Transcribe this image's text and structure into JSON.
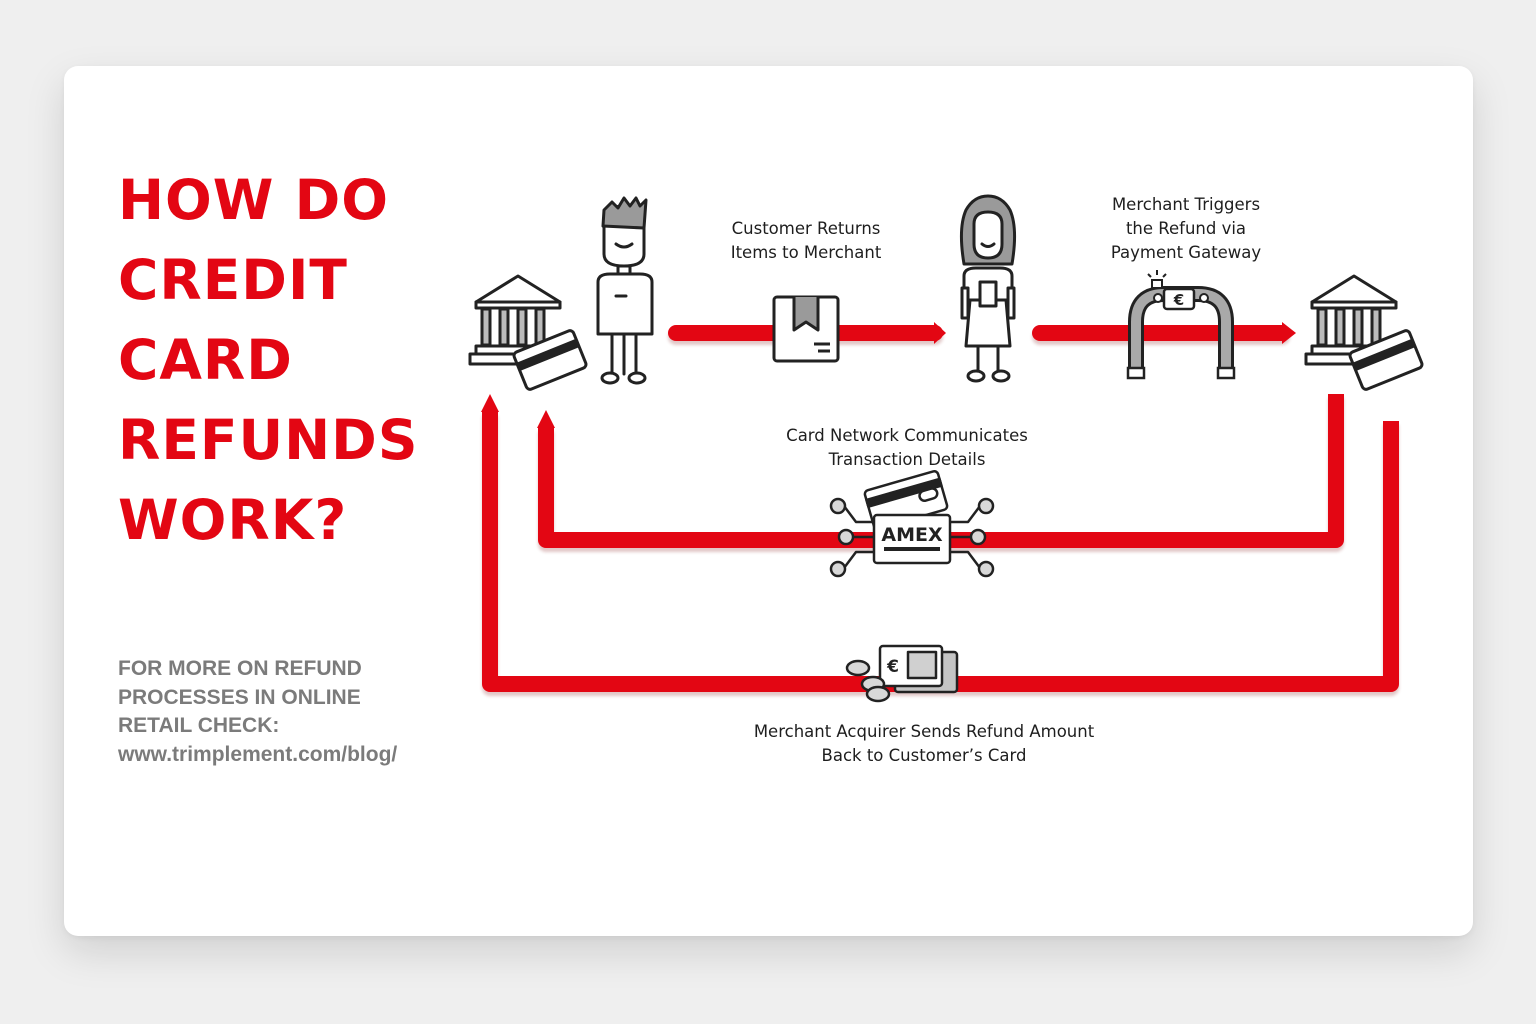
{
  "title": {
    "lines": [
      "HOW DO",
      "CREDIT",
      "CARD",
      "REFUNDS",
      "WORK?"
    ]
  },
  "more_info": {
    "lines": [
      "FOR MORE ON REFUND",
      "PROCESSES IN ONLINE",
      "RETAIL CHECK:",
      "www.trimplement.com/blog/"
    ]
  },
  "steps": {
    "customer_returns": [
      "Customer Returns",
      "Items to Merchant"
    ],
    "merchant_triggers": [
      "Merchant Triggers",
      "the Refund via",
      "Payment Gateway"
    ],
    "card_network": [
      "Card Network Communicates",
      "Transaction Details"
    ],
    "acquirer_sends": [
      "Merchant Acquirer Sends Refund Amount",
      "Back to Customer’s Card"
    ]
  },
  "card_brand": "AMEX",
  "currency_symbol": "€",
  "colors": {
    "accent_red": "#e30613",
    "text_grey": "#7b7b7b",
    "icon_dark": "#222222",
    "icon_grey": "#a9a9a9"
  },
  "icons": [
    "bank-icon",
    "credit-card-icon",
    "customer-man-icon",
    "package-box-icon",
    "merchant-woman-icon",
    "payment-gateway-icon",
    "amex-card-network-icon",
    "cash-refund-icon"
  ]
}
